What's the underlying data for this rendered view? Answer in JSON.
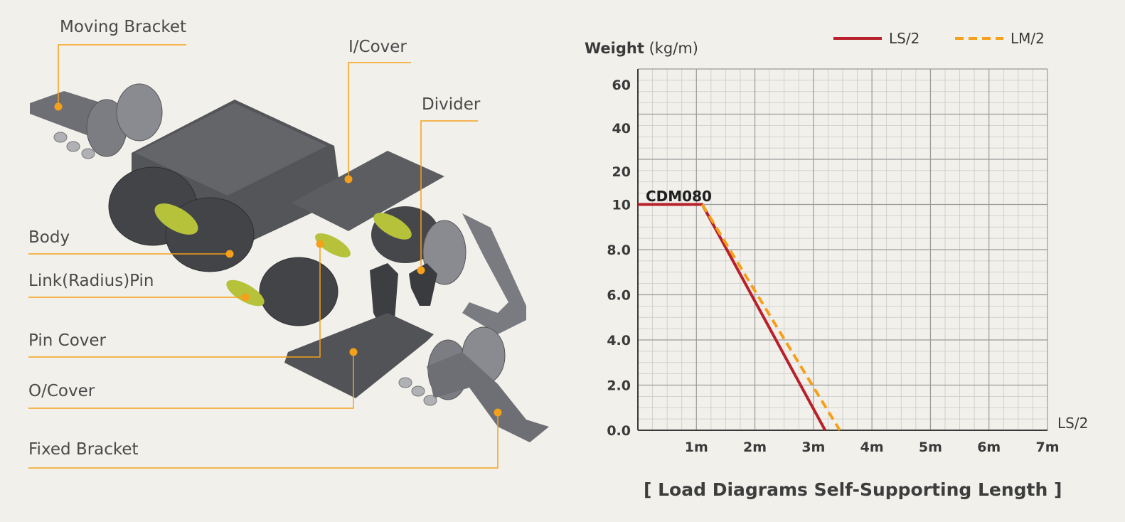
{
  "parts": {
    "moving_bracket": "Moving Bracket",
    "i_cover": "I/Cover",
    "divider": "Divider",
    "body": "Body",
    "link_pin": "Link(Radius)Pin",
    "pin_cover": "Pin Cover",
    "o_cover": "O/Cover",
    "fixed_bracket": "Fixed Bracket"
  },
  "colors": {
    "accent": "#f5a01a",
    "ls2": "#b8202a",
    "lm2": "#f5a01a",
    "grid": "#bdbdbd",
    "part_dark": "#4a4b50",
    "part_light": "#6e6f75",
    "pin": "#b5c23a"
  },
  "chart_data": {
    "type": "line",
    "title": "[ Load Diagrams Self-Supporting Length ]",
    "ylabel_bold": "Weight",
    "ylabel_unit": "(kg/m)",
    "xlabel": "LS/2",
    "x_ticks": [
      "1m",
      "2m",
      "3m",
      "4m",
      "5m",
      "6m",
      "7m"
    ],
    "y_ticks": [
      "0.0",
      "2.0",
      "4.0",
      "6.0",
      "8.0",
      "10",
      "20",
      "40",
      "60"
    ],
    "y_tick_values": [
      0,
      2,
      4,
      6,
      8,
      10,
      20,
      40,
      60
    ],
    "xlim": [
      0,
      7
    ],
    "series_label": "CDM080",
    "series": [
      {
        "name": "LS/2",
        "style": "solid",
        "x": [
          0,
          1.1,
          3.2
        ],
        "y": [
          10,
          10,
          0
        ]
      },
      {
        "name": "LM/2",
        "style": "dashed",
        "x": [
          1.1,
          3.45
        ],
        "y": [
          10,
          0
        ]
      }
    ],
    "legend_position": "top-right",
    "grid": true
  }
}
